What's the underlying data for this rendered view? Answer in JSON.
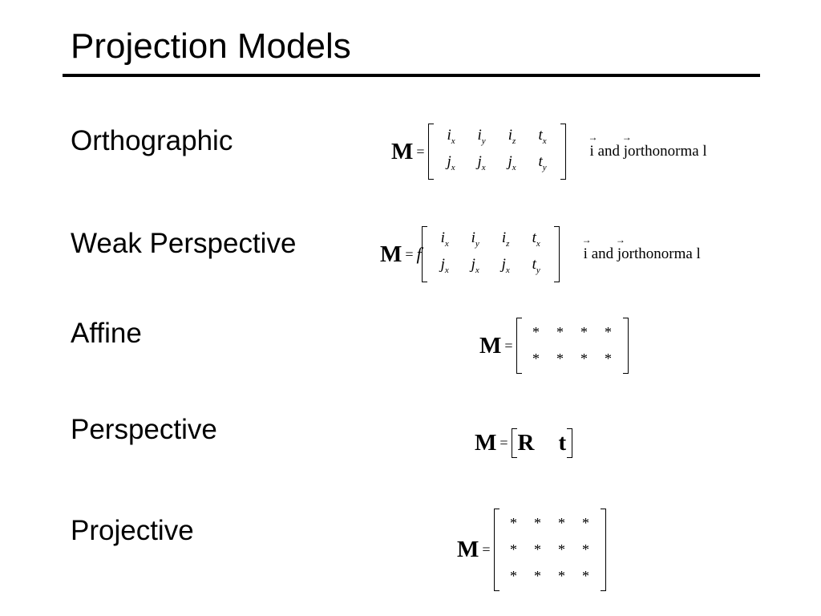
{
  "slide": {
    "title": "Projection Models",
    "labels": {
      "orthographic": "Orthographic",
      "weak_perspective": "Weak Perspective",
      "affine": "Affine",
      "perspective": "Perspective",
      "projective": "Projective"
    }
  },
  "equations": {
    "M": "M",
    "equals": "=",
    "f": "f",
    "orthographic_matrix": [
      [
        [
          "i",
          "x"
        ],
        [
          "i",
          "y"
        ],
        [
          "i",
          "z"
        ],
        [
          "t",
          "x"
        ]
      ],
      [
        [
          "j",
          "x"
        ],
        [
          "j",
          "x"
        ],
        [
          "j",
          "x"
        ],
        [
          "t",
          "y"
        ]
      ]
    ],
    "weak_perspective_matrix": [
      [
        [
          "i",
          "x"
        ],
        [
          "i",
          "y"
        ],
        [
          "i",
          "z"
        ],
        [
          "t",
          "x"
        ]
      ],
      [
        [
          "j",
          "x"
        ],
        [
          "j",
          "x"
        ],
        [
          "j",
          "x"
        ],
        [
          "t",
          "y"
        ]
      ]
    ],
    "note": {
      "i": "i",
      "and": "and",
      "j": "j",
      "rest": "orthonorma l"
    },
    "affine_matrix": [
      [
        "*",
        "*",
        "*",
        "*"
      ],
      [
        "*",
        "*",
        "*",
        "*"
      ]
    ],
    "perspective_R": "R",
    "perspective_t": "t",
    "projective_matrix": [
      [
        "*",
        "*",
        "*",
        "*"
      ],
      [
        "*",
        "*",
        "*",
        "*"
      ],
      [
        "*",
        "*",
        "*",
        "*"
      ]
    ]
  }
}
